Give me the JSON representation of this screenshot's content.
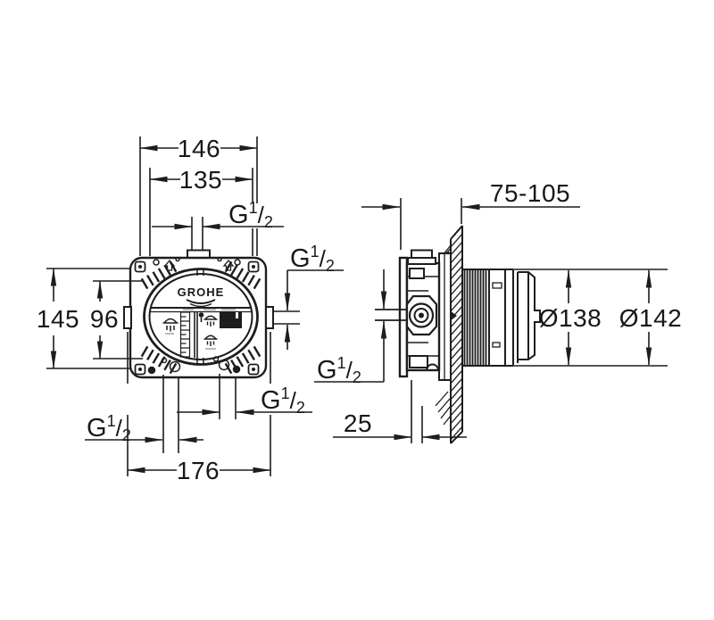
{
  "drawing": {
    "brand_logo": "GROHE",
    "thread": {
      "g": "G",
      "sup": "1",
      "slash": "/",
      "sub": "2"
    },
    "dims": {
      "width_outer": "146",
      "width_inner": "135",
      "height_outer": "145",
      "height_inner": "96",
      "width_ports": "176",
      "depth_range": "75-105",
      "wall_offset": "25",
      "dia_body": "Ø138",
      "dia_flange": "Ø142"
    },
    "colors": {
      "line": "#1d1d1d",
      "background": "#ffffff"
    }
  }
}
